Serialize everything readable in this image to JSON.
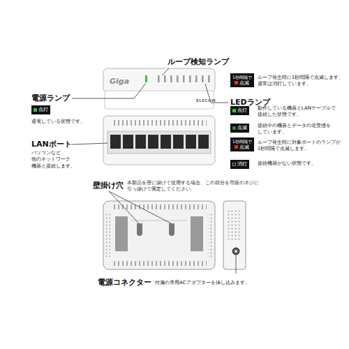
{
  "diagram": {
    "nodes": [
      {
        "text": [
          "1秒間隔で",
          "点滅"
        ]
      },
      {
        "text": [
          "点灯"
        ]
      },
      {
        "text": [
          "点灯"
        ]
      },
      {
        "text": [
          "点滅"
        ]
      },
      {
        "text": [
          "1秒間隔で",
          "点滅"
        ]
      },
      {
        "text": [
          "消灯"
        ]
      }
    ],
    "labels": [
      "ループ検知ランプ",
      "ループ発生時に1秒間隔で点滅します。 通常は消灯しています。",
      "電源ランプ",
      "通電している状態です。",
      "LEDランプ",
      "動作している機器とLANケーブルで 接続した状態です。",
      "接続中の機器とデータの送受信を しています。",
      "ループ発生時に対象ポートのランプが 1秒間隔で点滅します。",
      "接続機器がない状態です。",
      "LANポート",
      "パソコンなど 他のネットワーク 機器と接続します。",
      "壁掛け穴",
      "本製品を壁に掛けて使用する場合、この部分を市販のネジに 引っ掛けて固定してください。",
      "電源コネクター",
      "付属の専用ACアダプターを挿し込みます。",
      "Giga",
      "ELECOM"
    ]
  }
}
